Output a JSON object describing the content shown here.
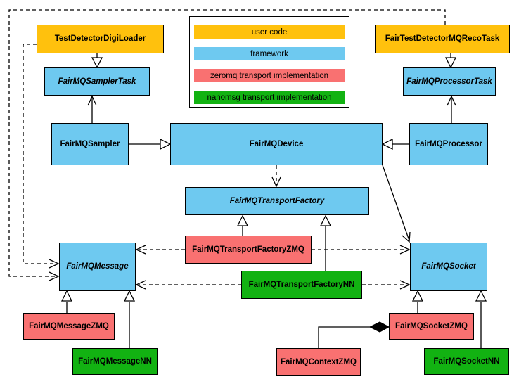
{
  "legend": {
    "items": [
      {
        "label": "user code",
        "color": "#FFC10D"
      },
      {
        "label": "framework",
        "color": "#6EC9F0"
      },
      {
        "label": "zeromq transport implementation",
        "color": "#F97171"
      },
      {
        "label": "nanomsg transport implementation",
        "color": "#12B212"
      }
    ]
  },
  "nodes": {
    "digi_loader": {
      "label": "TestDetectorDigiLoader",
      "category": "user code",
      "abstract": false
    },
    "reco_task": {
      "label": "FairTestDetectorMQRecoTask",
      "category": "user code",
      "abstract": false
    },
    "sampler_task": {
      "label": "FairMQSamplerTask",
      "category": "framework",
      "abstract": true
    },
    "processor_task": {
      "label": "FairMQProcessorTask",
      "category": "framework",
      "abstract": true
    },
    "sampler": {
      "label": "FairMQSampler",
      "category": "framework",
      "abstract": false
    },
    "device": {
      "label": "FairMQDevice",
      "category": "framework",
      "abstract": false
    },
    "processor": {
      "label": "FairMQProcessor",
      "category": "framework",
      "abstract": false
    },
    "transport_factory": {
      "label": "FairMQTransportFactory",
      "category": "framework",
      "abstract": true
    },
    "transport_factory_zmq": {
      "label": "FairMQTransportFactoryZMQ",
      "category": "zeromq transport implementation",
      "abstract": false
    },
    "transport_factory_nn": {
      "label": "FairMQTransportFactoryNN",
      "category": "nanomsg transport implementation",
      "abstract": false
    },
    "message": {
      "label": "FairMQMessage",
      "category": "framework",
      "abstract": true
    },
    "socket": {
      "label": "FairMQSocket",
      "category": "framework",
      "abstract": true
    },
    "message_zmq": {
      "label": "FairMQMessageZMQ",
      "category": "zeromq transport implementation",
      "abstract": false
    },
    "message_nn": {
      "label": "FairMQMessageNN",
      "category": "nanomsg transport implementation",
      "abstract": false
    },
    "socket_zmq": {
      "label": "FairMQSocketZMQ",
      "category": "zeromq transport implementation",
      "abstract": false
    },
    "socket_nn": {
      "label": "FairMQSocketNN",
      "category": "nanomsg transport implementation",
      "abstract": false
    },
    "context_zmq": {
      "label": "FairMQContextZMQ",
      "category": "zeromq transport implementation",
      "abstract": false
    }
  },
  "edges": [
    {
      "from": "TestDetectorDigiLoader",
      "to": "FairMQSamplerTask",
      "type": "inheritance"
    },
    {
      "from": "FairTestDetectorMQRecoTask",
      "to": "FairMQProcessorTask",
      "type": "inheritance"
    },
    {
      "from": "FairMQSampler",
      "to": "FairMQDevice",
      "type": "inheritance"
    },
    {
      "from": "FairMQProcessor",
      "to": "FairMQDevice",
      "type": "inheritance"
    },
    {
      "from": "FairMQSampler",
      "to": "FairMQSamplerTask",
      "type": "association"
    },
    {
      "from": "FairMQProcessor",
      "to": "FairMQProcessorTask",
      "type": "association"
    },
    {
      "from": "FairMQDevice",
      "to": "FairMQTransportFactory",
      "type": "dependency"
    },
    {
      "from": "FairMQDevice",
      "to": "FairMQSocket",
      "type": "association"
    },
    {
      "from": "FairMQTransportFactoryZMQ",
      "to": "FairMQTransportFactory",
      "type": "inheritance"
    },
    {
      "from": "FairMQTransportFactoryNN",
      "to": "FairMQTransportFactory",
      "type": "inheritance"
    },
    {
      "from": "FairMQTransportFactoryZMQ",
      "to": "FairMQMessage",
      "type": "dependency"
    },
    {
      "from": "FairMQTransportFactoryZMQ",
      "to": "FairMQSocket",
      "type": "dependency"
    },
    {
      "from": "FairMQTransportFactoryNN",
      "to": "FairMQMessage",
      "type": "dependency"
    },
    {
      "from": "FairMQTransportFactoryNN",
      "to": "FairMQSocket",
      "type": "dependency"
    },
    {
      "from": "TestDetectorDigiLoader",
      "to": "FairMQMessage",
      "type": "dependency"
    },
    {
      "from": "FairTestDetectorMQRecoTask",
      "to": "FairMQMessage",
      "type": "dependency"
    },
    {
      "from": "FairMQMessageZMQ",
      "to": "FairMQMessage",
      "type": "inheritance"
    },
    {
      "from": "FairMQMessageNN",
      "to": "FairMQMessage",
      "type": "inheritance"
    },
    {
      "from": "FairMQSocketZMQ",
      "to": "FairMQSocket",
      "type": "inheritance"
    },
    {
      "from": "FairMQSocketNN",
      "to": "FairMQSocket",
      "type": "inheritance"
    },
    {
      "from": "FairMQContextZMQ",
      "to": "FairMQSocketZMQ",
      "type": "composition"
    }
  ]
}
